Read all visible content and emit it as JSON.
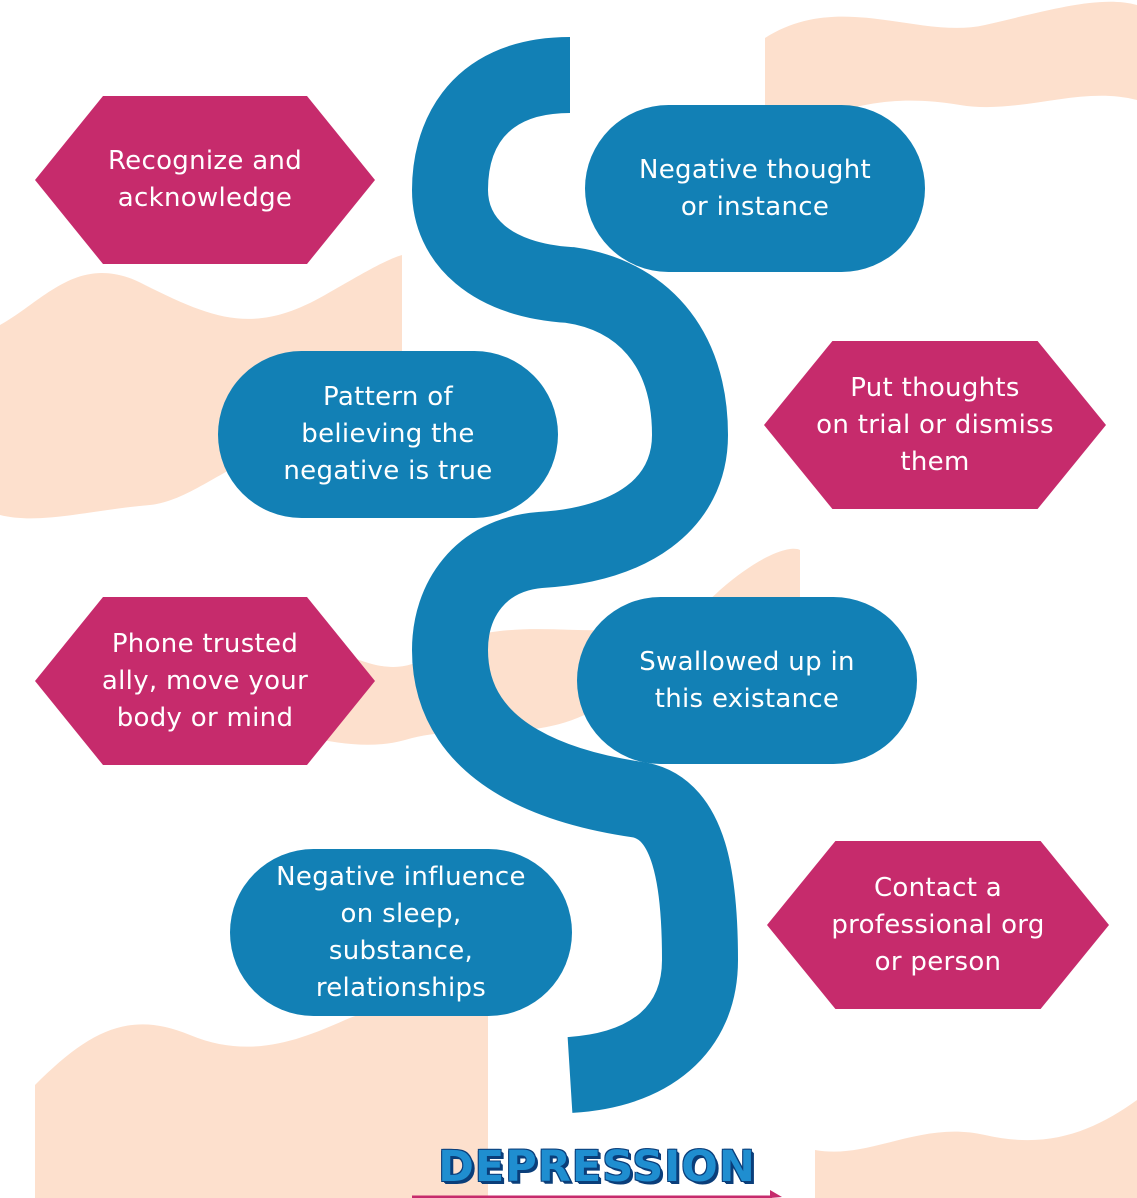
{
  "colors": {
    "background": "#ffffff",
    "peach": "#fde0cd",
    "blue": "#1280b5",
    "magenta": "#c62b6c",
    "title_blue": "#1f8ed0",
    "title_outline": "#0a3e7a"
  },
  "nodes": {
    "recognize": "Recognize and\nacknowledge",
    "negative_thought": "Negative thought\nor instance",
    "pattern": "Pattern of\nbelieving the\nnegative is true",
    "put_thoughts": "Put thoughts\non trial or dismiss\nthem",
    "phone": "Phone trusted\nally, move your\nbody or mind",
    "swallowed": "Swallowed up in\nthis existance",
    "influence": "Negative influence\non sleep,\nsubstance,\nrelationships",
    "contact": "Contact a\nprofessional org\nor person"
  },
  "title": "DEPRESSION"
}
